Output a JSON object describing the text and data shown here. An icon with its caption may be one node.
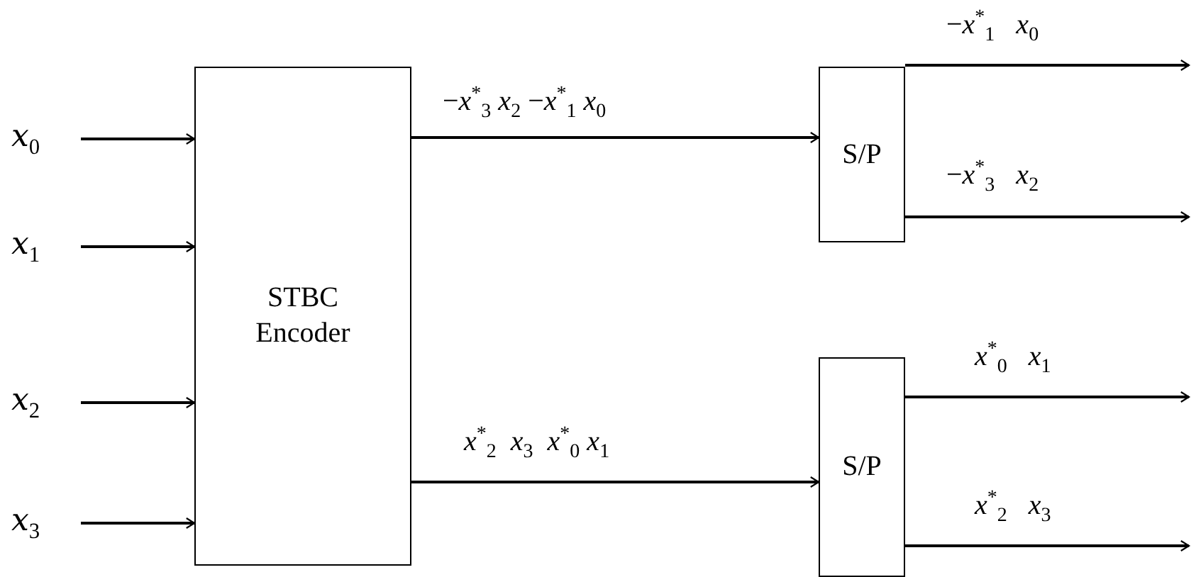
{
  "diagram": {
    "nodes": [
      {
        "text": [
          "*x*$_{0}$"
        ]
      },
      {
        "text": [
          "*x*$_{1}$"
        ]
      },
      {
        "text": [
          "*x*$_{2}$"
        ]
      },
      {
        "text": [
          "*x*$_{3}$"
        ]
      },
      {
        "text": [
          "STBC Encoder"
        ]
      },
      {
        "text": [
          "S/P"
        ]
      },
      {
        "text": [
          "S/P"
        ]
      }
    ],
    "edges": [
      {
        "from": 0,
        "to": 4,
        "arrow": "to"
      },
      {
        "from": 1,
        "to": 4,
        "arrow": "to"
      },
      {
        "from": 2,
        "to": 4,
        "arrow": "to"
      },
      {
        "from": 3,
        "to": 4,
        "arrow": "to"
      },
      {
        "from": 4,
        "to": 5,
        "arrow": "to",
        "label": "−*x*$^{*}$$_{3}$ *x*$_{2}$ −*x*$^{*}$$_{1}$ *x*$_{0}$"
      },
      {
        "from": 4,
        "to": 6,
        "arrow": "to",
        "label": "*x*$^{*}$$_{2}$  *x*$_{3}$  *x*$^{*}$$_{0}$ *x*$_{1}$"
      },
      {
        "from": 5,
        "to": null,
        "arrow": "to",
        "label": "−*x*$^{*}$$_{1}$   *x*$_{0}$"
      },
      {
        "from": 5,
        "to": null,
        "arrow": "to",
        "label": "−*x*$^{*}$$_{3}$   *x*$_{2}$"
      },
      {
        "from": 6,
        "to": null,
        "arrow": "to",
        "label": "*x*$^{*}$$_{0}$   *x*$_{1}$"
      },
      {
        "from": 6,
        "to": null,
        "arrow": "to",
        "label": "*x*$^{*}$$_{2}$   *x*$_{3}$"
      }
    ]
  }
}
